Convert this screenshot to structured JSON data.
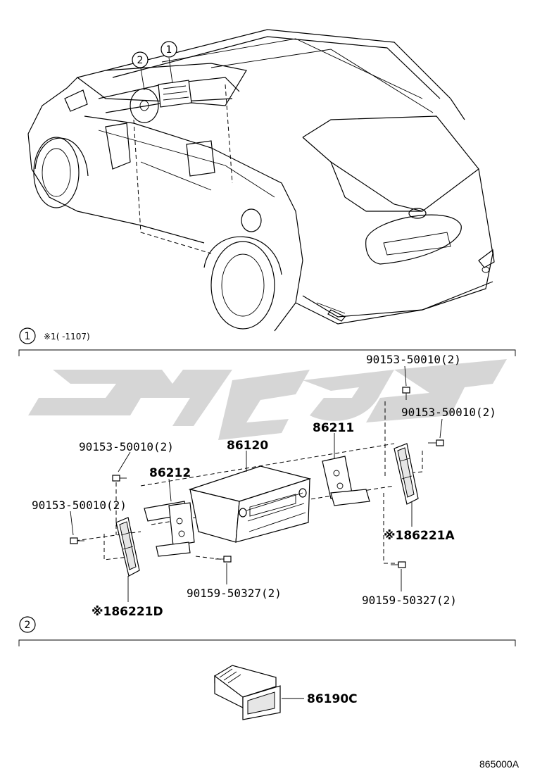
{
  "callouts": {
    "one": "1",
    "two": "2"
  },
  "section1": {
    "number": "1",
    "note": "※1(    -1107)"
  },
  "section2": {
    "number": "2"
  },
  "parts": {
    "p90153_a": "90153-50010(2)",
    "p90153_b": "90153-50010(2)",
    "p90153_c": "90153-50010(2)",
    "p90153_d": "90153-50010(2)",
    "p86211": "86211",
    "p86120": "86120",
    "p86212": "86212",
    "p86221A": "※186221A",
    "p86221D": "※186221D",
    "p90159_a": "90159-50327(2)",
    "p90159_b": "90159-50327(2)",
    "p86190C": "86190C"
  },
  "diagram_code": "865000A"
}
